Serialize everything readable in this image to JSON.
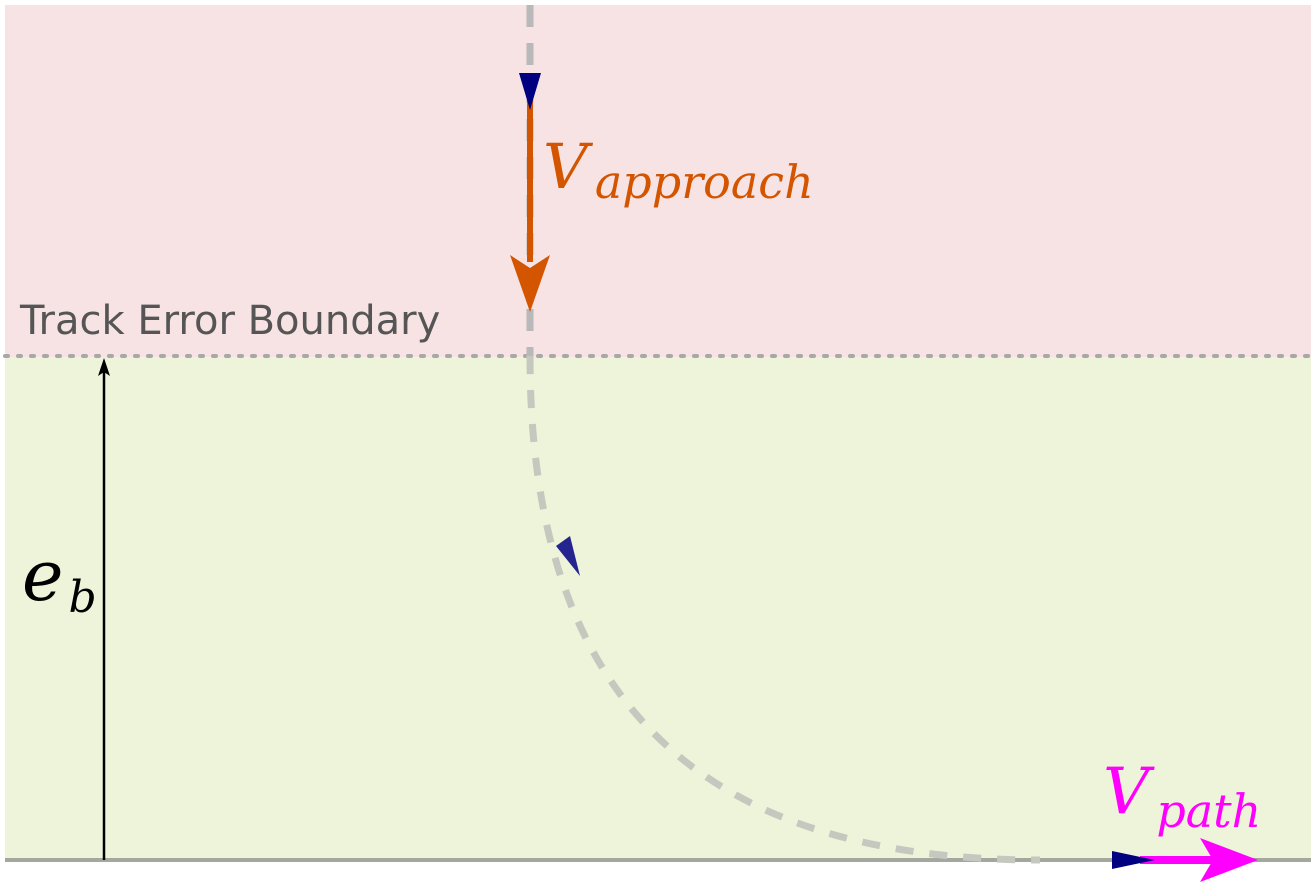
{
  "diagram": {
    "boundary_label": "Track Error Boundary",
    "approach_vector": {
      "symbol": "V",
      "subscript": "approach"
    },
    "path_vector": {
      "symbol": "V",
      "subscript": "path"
    },
    "error_distance": {
      "symbol": "e",
      "subscript": "b"
    }
  },
  "colors": {
    "error_region": "#f7e3e3",
    "inside_region": "#eef4d9",
    "approach_arrow": "#d45500",
    "path_arrow": "#ff00ff",
    "trajectory": "#c4c8bf",
    "direction_marker": "#000080",
    "boundary_line": "#a8a8a8",
    "path_line": "#a3a89f",
    "label_text": "#555555"
  }
}
